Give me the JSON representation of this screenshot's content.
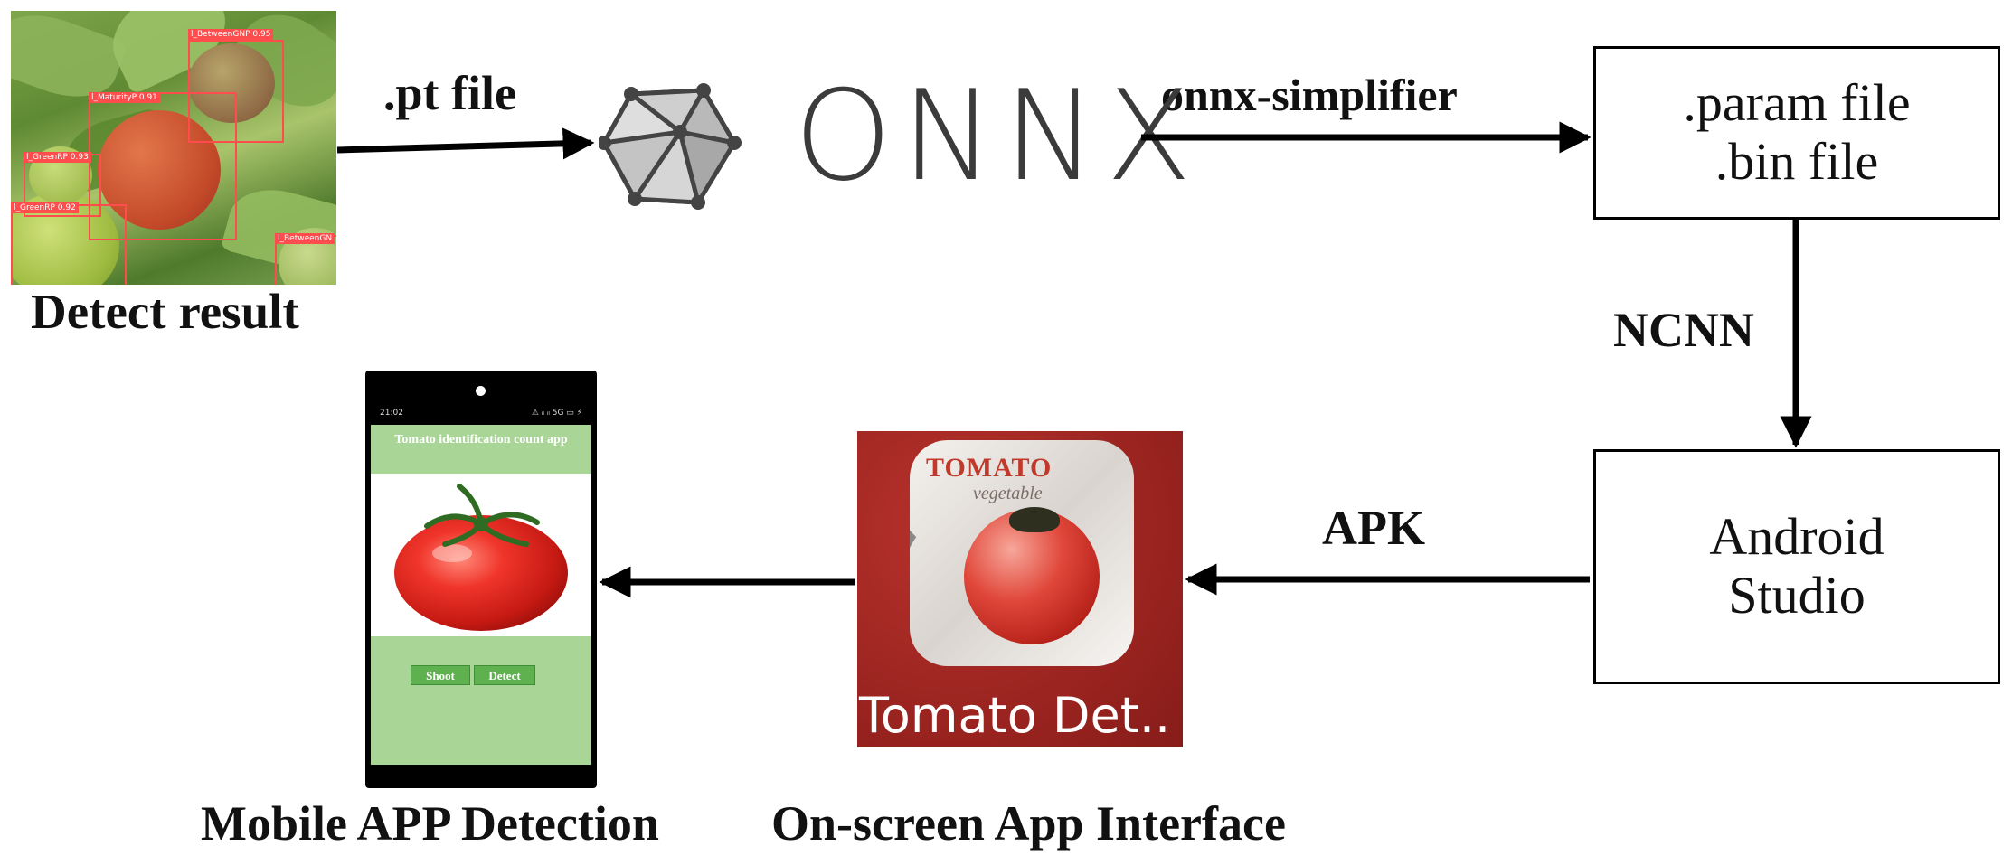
{
  "detect_photo": {
    "caption": "Detect result",
    "boxes": [
      {
        "tag": "l_BetweenGNP 0.95"
      },
      {
        "tag": "l_MaturityP 0.91"
      },
      {
        "tag": "l_GreenRP 0.93"
      },
      {
        "tag": "l_GreenRP 0.92"
      },
      {
        "tag": "l_BetweenGN"
      }
    ]
  },
  "edges": {
    "pt_file": ".pt file",
    "onnx_simplifier": "onnx-simplifier",
    "ncnn": "NCNN",
    "apk": "APK"
  },
  "onnx": {
    "logo_text": "ONNX"
  },
  "param_box": {
    "line1": ".param file",
    "line2": ".bin file"
  },
  "android_box": {
    "line1": "Android",
    "line2": "Studio"
  },
  "app_icon": {
    "title": "TOMATO",
    "subtitle": "vegetable",
    "caption": "Tomato Det..",
    "label": "On-screen App Interface"
  },
  "phone": {
    "status_time": "21:02",
    "status_right": "⚠ ᵢₗ ᵢₗ 5G ▭ ⚡",
    "app_title": "Tomato identification count app",
    "shoot_button": "Shoot",
    "detect_button": "Detect",
    "label": "Mobile APP Detection"
  },
  "colors": {
    "app_green": "#a9d696",
    "button_green": "#5fb04f",
    "icon_red": "#9b2420",
    "bbox_red": "#ff4d4d"
  }
}
